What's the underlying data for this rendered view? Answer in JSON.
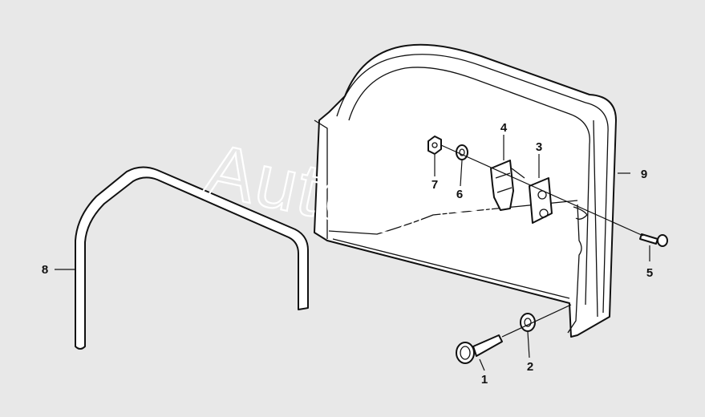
{
  "watermark": "AutoSoft",
  "callouts": [
    {
      "id": "1",
      "text": "1"
    },
    {
      "id": "2",
      "text": "2"
    },
    {
      "id": "3",
      "text": "3"
    },
    {
      "id": "4",
      "text": "4"
    },
    {
      "id": "5",
      "text": "5"
    },
    {
      "id": "6",
      "text": "6"
    },
    {
      "id": "7",
      "text": "7"
    },
    {
      "id": "8",
      "text": "8"
    },
    {
      "id": "9",
      "text": "9"
    }
  ],
  "colors": {
    "background": "#e8e8e8",
    "line": "#111111",
    "part_fill": "#ffffff"
  }
}
